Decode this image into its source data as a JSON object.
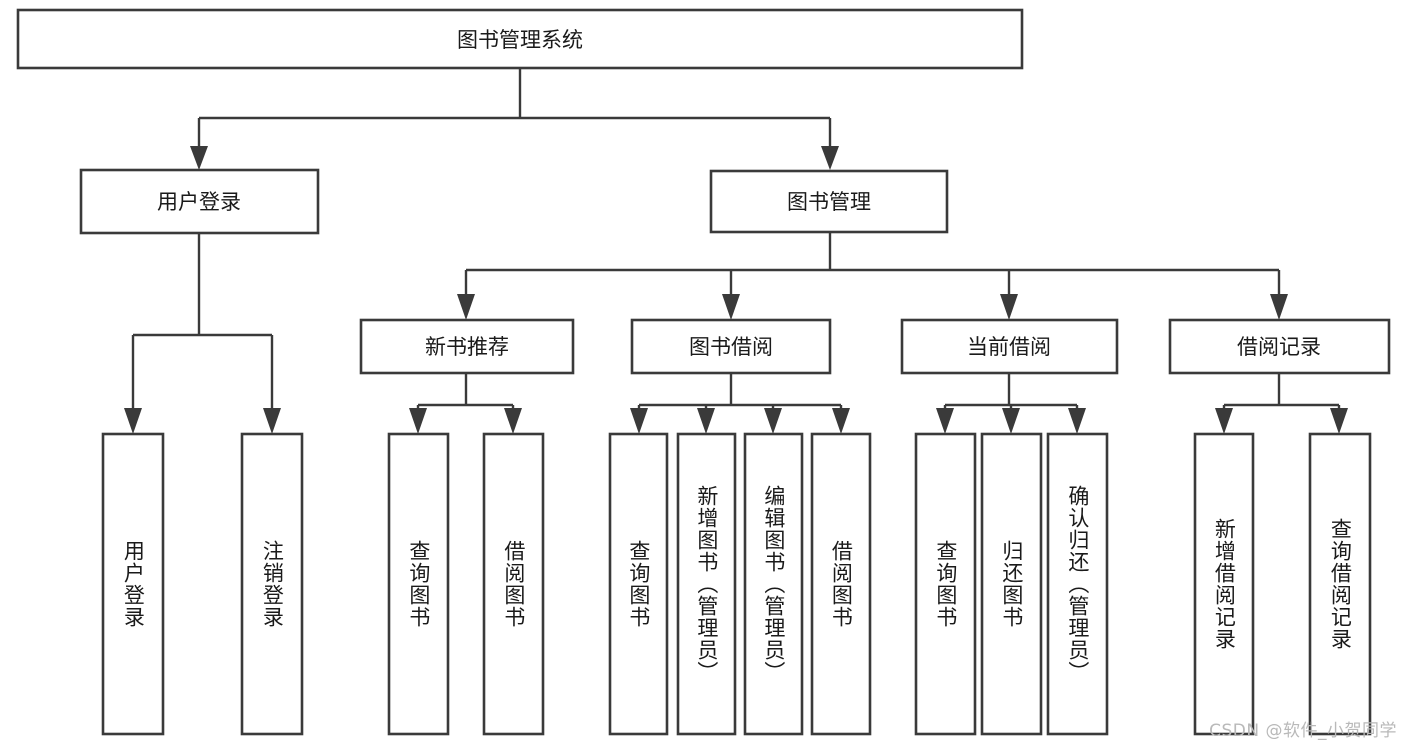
{
  "diagram": {
    "title": "图书管理系统",
    "type": "hierarchy-tree",
    "watermark": "CSDN @软件_小贺同学",
    "colors": {
      "stroke": "#3a3a3a",
      "fill": "#ffffff",
      "text": "#1a1a1a",
      "watermark": "#b9b9b9"
    },
    "root": {
      "id": "root",
      "label": "图书管理系统",
      "orientation": "horizontal"
    },
    "level2": [
      {
        "id": "user-login",
        "label": "用户登录",
        "orientation": "horizontal"
      },
      {
        "id": "book-manage",
        "label": "图书管理",
        "orientation": "horizontal"
      }
    ],
    "level3": [
      {
        "id": "new-book-recommend",
        "label": "新书推荐",
        "orientation": "horizontal",
        "parent": "book-manage"
      },
      {
        "id": "book-borrow",
        "label": "图书借阅",
        "orientation": "horizontal",
        "parent": "book-manage"
      },
      {
        "id": "current-borrow",
        "label": "当前借阅",
        "orientation": "horizontal",
        "parent": "book-manage"
      },
      {
        "id": "borrow-record",
        "label": "借阅记录",
        "orientation": "horizontal",
        "parent": "book-manage"
      }
    ],
    "leaves": [
      {
        "id": "leaf-user-login",
        "label": "用户登录",
        "orientation": "vertical",
        "parent": "user-login"
      },
      {
        "id": "leaf-user-logout",
        "label": "注销登录",
        "orientation": "vertical",
        "parent": "user-login"
      },
      {
        "id": "leaf-query-book-1",
        "label": "查询图书",
        "orientation": "vertical",
        "parent": "new-book-recommend"
      },
      {
        "id": "leaf-borrow-book-1",
        "label": "借阅图书",
        "orientation": "vertical",
        "parent": "new-book-recommend"
      },
      {
        "id": "leaf-query-book-2",
        "label": "查询图书",
        "orientation": "vertical",
        "parent": "book-borrow"
      },
      {
        "id": "leaf-add-book",
        "label": "新增图书（管理员）",
        "orientation": "vertical",
        "parent": "book-borrow"
      },
      {
        "id": "leaf-edit-book",
        "label": "编辑图书（管理员）",
        "orientation": "vertical",
        "parent": "book-borrow"
      },
      {
        "id": "leaf-borrow-book-2",
        "label": "借阅图书",
        "orientation": "vertical",
        "parent": "book-borrow"
      },
      {
        "id": "leaf-query-book-3",
        "label": "查询图书",
        "orientation": "vertical",
        "parent": "current-borrow"
      },
      {
        "id": "leaf-return-book",
        "label": "归还图书",
        "orientation": "vertical",
        "parent": "current-borrow"
      },
      {
        "id": "leaf-confirm-return",
        "label": "确认归还（管理员）",
        "orientation": "vertical",
        "parent": "current-borrow"
      },
      {
        "id": "leaf-add-record",
        "label": "新增借阅记录",
        "orientation": "vertical",
        "parent": "borrow-record"
      },
      {
        "id": "leaf-query-record",
        "label": "查询借阅记录",
        "orientation": "vertical",
        "parent": "borrow-record"
      }
    ]
  }
}
